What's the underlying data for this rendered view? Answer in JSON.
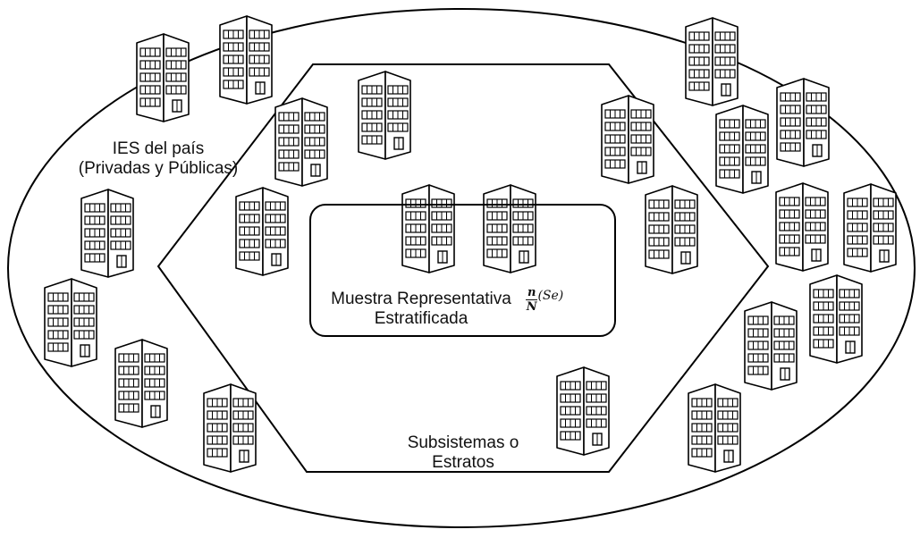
{
  "labels": {
    "outer_population": [
      "IES del país",
      "(Privadas y Públicas)"
    ],
    "strata": [
      "Subsistemas o",
      "Estratos"
    ],
    "sample": [
      "Muestra Representativa",
      "Estratificada"
    ]
  },
  "formula": {
    "numerator": "n",
    "denominator": "N",
    "suffix": "(Se)"
  },
  "icons": {
    "building": "office-building-icon"
  }
}
